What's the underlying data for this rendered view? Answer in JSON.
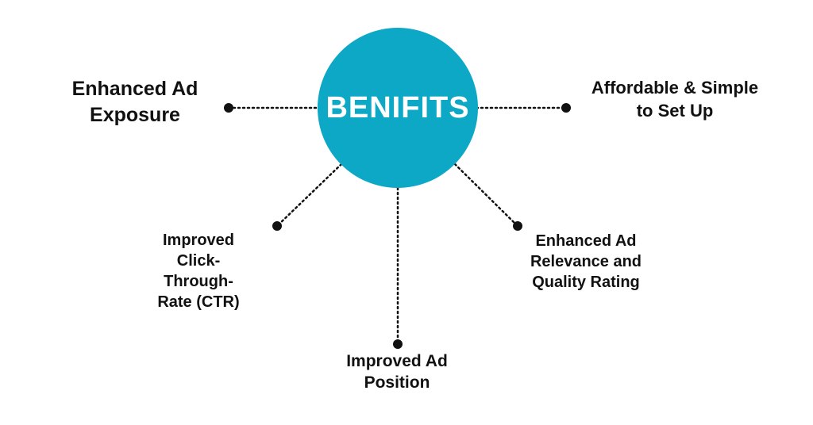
{
  "hub": {
    "label": "BENIFITS",
    "color": "#0ca8c6"
  },
  "benefits": [
    {
      "label": "Enhanced Ad Exposure"
    },
    {
      "label": "Affordable & Simple to Set Up"
    },
    {
      "label": "Improved Click-Through-Rate (CTR)"
    },
    {
      "label": "Improved Ad Position"
    },
    {
      "label": "Enhanced Ad Relevance and Quality Rating"
    }
  ]
}
